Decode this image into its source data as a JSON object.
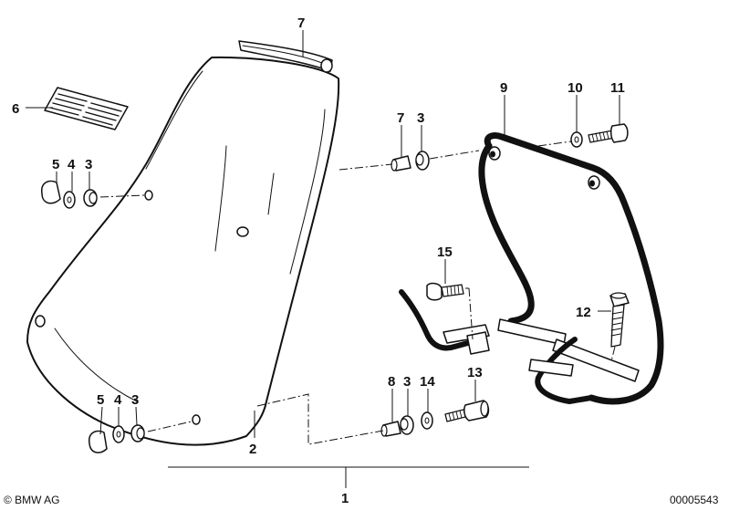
{
  "diagram": {
    "callouts": [
      {
        "id": "1",
        "label": "1"
      },
      {
        "id": "2",
        "label": "2"
      },
      {
        "id": "3a",
        "label": "3"
      },
      {
        "id": "3b",
        "label": "3"
      },
      {
        "id": "3c",
        "label": "3"
      },
      {
        "id": "3d",
        "label": "3"
      },
      {
        "id": "4a",
        "label": "4"
      },
      {
        "id": "4b",
        "label": "4"
      },
      {
        "id": "5a",
        "label": "5"
      },
      {
        "id": "5b",
        "label": "5"
      },
      {
        "id": "6",
        "label": "6"
      },
      {
        "id": "7a",
        "label": "7"
      },
      {
        "id": "7b",
        "label": "7"
      },
      {
        "id": "8",
        "label": "8"
      },
      {
        "id": "9",
        "label": "9"
      },
      {
        "id": "10",
        "label": "10"
      },
      {
        "id": "11",
        "label": "11"
      },
      {
        "id": "12",
        "label": "12"
      },
      {
        "id": "13",
        "label": "13"
      },
      {
        "id": "14",
        "label": "14"
      },
      {
        "id": "15",
        "label": "15"
      }
    ]
  },
  "footer": {
    "copyright": "© BMW AG",
    "drawing_number": "00005543"
  }
}
